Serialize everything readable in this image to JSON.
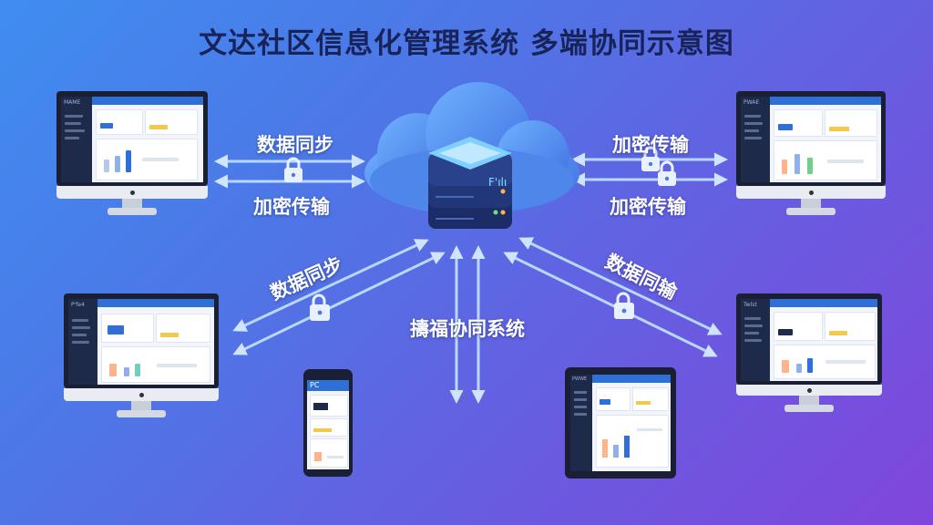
{
  "title": "文达社区信息化管理系统 多端协同示意图",
  "labels": {
    "left_top_upper": "数据同步",
    "left_top_lower": "加密传输",
    "right_top_upper": "加密传输",
    "right_top_lower": "加密传输",
    "left_mid": "数据同步",
    "right_mid": "数据同输",
    "center": "擣福协同系统"
  },
  "devices": {
    "monitor_tl_brand": "MAME",
    "monitor_tr_brand": "PWAE",
    "monitor_ml_brand": "P'fe4",
    "monitor_mr_brand": "Twlst",
    "tablet_brand": "PWWE",
    "phone_brand": "PC"
  },
  "server_mark": "F'ılı",
  "colors": {
    "bg_start": "#3f8df0",
    "bg_end": "#8046dc",
    "title": "#18235a",
    "arrow": "#b9d8ff",
    "server_top": "#8fd3ff",
    "cloud": "#5b9cf5"
  }
}
